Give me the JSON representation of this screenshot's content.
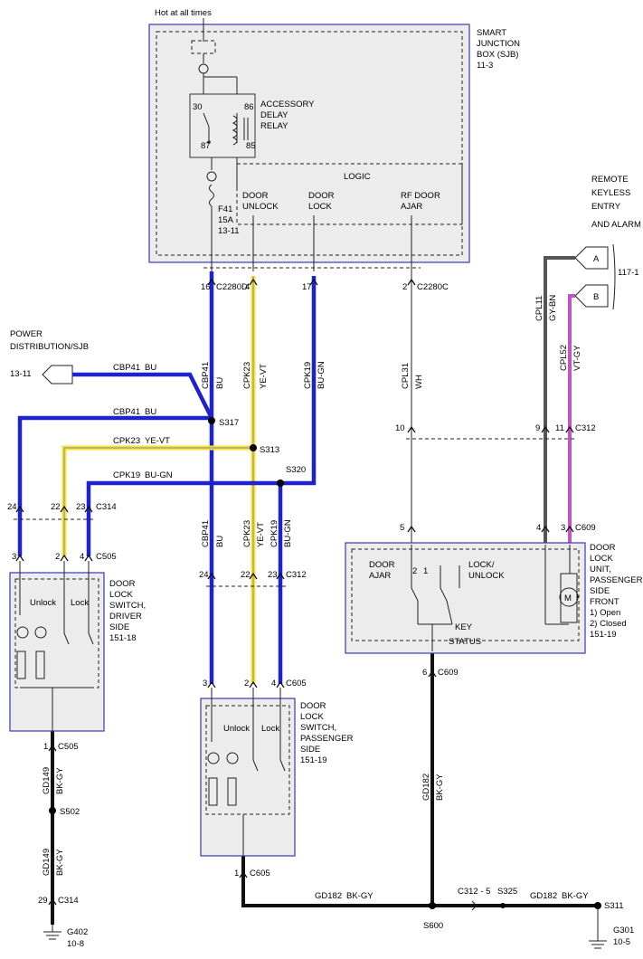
{
  "colors": {
    "blue_wire": "#1e22c8",
    "yellow_wire": "#f4e234",
    "black_wire": "#111111",
    "gray_green_wire": "#555555",
    "violet_wire": "#c055c8",
    "module_box_border": "#3a3ab4",
    "module_box_fill": "#ececec"
  },
  "sjb": {
    "hot_label": "Hot at all times",
    "title_lines": [
      "SMART",
      "JUNCTION",
      "BOX (SJB)",
      "11-3"
    ],
    "relay_lines": [
      "ACCESSORY",
      "DELAY",
      "RELAY"
    ],
    "relay_pins": [
      "30",
      "86",
      "87",
      "85"
    ],
    "fuse_lines": [
      "F41",
      "15A",
      "13-11"
    ],
    "logic_label": "LOGIC",
    "door_unlock": [
      "DOOR",
      "UNLOCK"
    ],
    "door_lock": [
      "DOOR",
      "LOCK"
    ],
    "rf_door_ajar": [
      "RF DOOR",
      "AJAR"
    ]
  },
  "power_dist": {
    "lines": [
      "POWER",
      "DISTRIBUTION/SJB"
    ],
    "ref": "13-11"
  },
  "rke": {
    "lines": [
      "REMOTE",
      "KEYLESS",
      "ENTRY",
      "AND ALARM"
    ],
    "ref": "117-1",
    "pin_a": "A",
    "pin_b": "B"
  },
  "connectors": {
    "c2280d": "C2280D",
    "c2280c": "C2280C",
    "c312": "C312",
    "c314": "C314",
    "c505": "C505",
    "c605": "C605",
    "c609": "C609"
  },
  "pins": {
    "p16": "16",
    "p4": "4",
    "p17": "17",
    "p2": "2",
    "p24": "24",
    "p22": "22",
    "p23": "23",
    "p3": "3",
    "p10": "10",
    "p9": "9",
    "p11": "11",
    "p5": "5",
    "p6": "6",
    "p1": "1",
    "p29": "29"
  },
  "circuits": {
    "cbp41": "CBP41",
    "bu": "BU",
    "cpk23": "CPK23",
    "ye_vt": "YE-VT",
    "cpk19": "CPK19",
    "bu_gn": "BU-GN",
    "cpl31": "CPL31",
    "wh": "WH",
    "cpl11": "CPL11",
    "gy_bn": "GY-BN",
    "cpl52": "CPL52",
    "vt_gy": "VT-GY",
    "gd182": "GD182",
    "gd149": "GD149",
    "bk_gy": "BK-GY"
  },
  "splices": {
    "s317": "S317",
    "s313": "S313",
    "s320": "S320",
    "s502": "S502",
    "s600": "S600",
    "s325": "S325",
    "s311": "S311"
  },
  "inline_c312_5": "C312 - 5",
  "driver_switch": {
    "lines": [
      "DOOR",
      "LOCK",
      "SWITCH,",
      "DRIVER",
      "SIDE",
      "151-18"
    ],
    "unlock": "Unlock",
    "lock": "Lock"
  },
  "passenger_switch": {
    "lines": [
      "DOOR",
      "LOCK",
      "SWITCH,",
      "PASSENGER",
      "SIDE",
      "151-19"
    ],
    "unlock": "Unlock",
    "lock": "Lock"
  },
  "lock_unit": {
    "lines": [
      "DOOR",
      "LOCK",
      "UNIT,",
      "PASSENGER",
      "SIDE",
      "FRONT",
      "1) Open",
      "2) Closed",
      "151-19"
    ],
    "door_ajar": [
      "DOOR",
      "AJAR"
    ],
    "lock_unlock": [
      "LOCK/",
      "UNLOCK"
    ],
    "key_status": [
      "KEY",
      "STATUS"
    ],
    "motor": "M",
    "sw_pin1": "1",
    "sw_pin2": "2"
  },
  "grounds": {
    "g402": "G402",
    "g402_ref": "10-8",
    "g301": "G301",
    "g301_ref": "10-5"
  }
}
